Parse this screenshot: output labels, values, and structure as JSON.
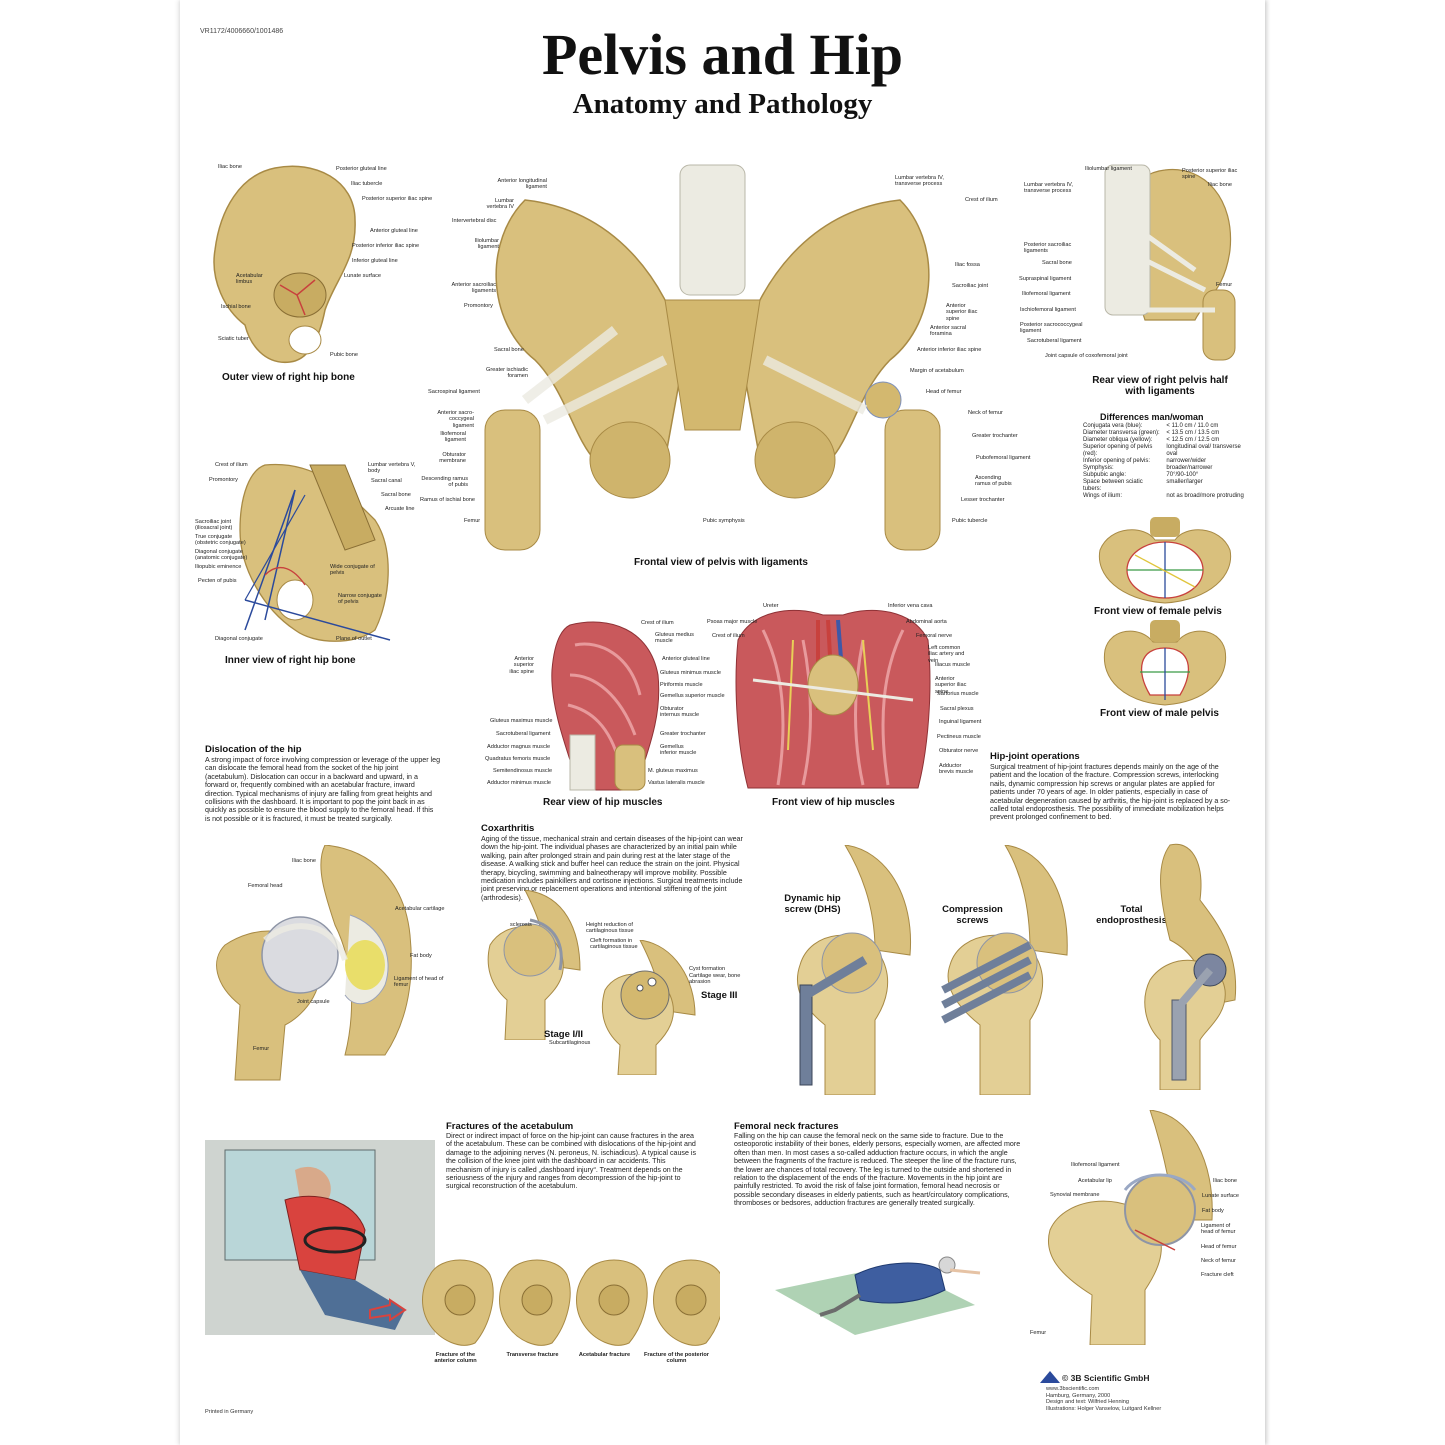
{
  "header": {
    "product_id": "VR1172/4006660/1001486",
    "title": "Pelvis and Hip",
    "subtitle": "Anatomy and Pathology"
  },
  "colors": {
    "bone": "#d9c07d",
    "bone_dark": "#b89a55",
    "muscle": "#c9595c",
    "ligament": "#ecebe2",
    "nerve": "#e8cf57",
    "artery": "#c8413d",
    "vein": "#3e58a8"
  },
  "captions": {
    "outer_hip_bone": "Outer view of right hip bone",
    "frontal_pelvis": "Frontal view of pelvis with ligaments",
    "rear_pelvis_half": "Rear view of right pelvis half with ligaments",
    "inner_hip_bone": "Inner view of right hip bone",
    "female_pelvis": "Front view of female pelvis",
    "male_pelvis": "Front view of male pelvis",
    "rear_muscles": "Rear view of hip muscles",
    "front_muscles": "Front view of hip muscles",
    "dhs": "Dynamic hip screw (DHS)",
    "compression": "Compression screws",
    "endoprosthesis": "Total endoprosthesis",
    "stage12": "Stage I/II",
    "stage12_sub": "Subcartilaginous",
    "stage3": "Stage III",
    "frac1": "Fracture of the anterior column",
    "frac2": "Transverse fracture",
    "frac3": "Acetabular fracture",
    "frac4": "Fracture of the posterior column"
  },
  "labels": {
    "outer": [
      "Iliac bone",
      "Posterior gluteal line",
      "Iliac tubercle",
      "Posterior superior iliac spine",
      "Anterior gluteal line",
      "Posterior inferior iliac spine",
      "Inferior gluteal line",
      "Lunate surface",
      "Acetabular limbus",
      "Ischial bone",
      "Sciatic tuber",
      "Pubic bone"
    ],
    "frontal_left": [
      "Anterior longitudinal ligament",
      "Lumbar vertebra IV",
      "Intervertebral disc",
      "Iliolumbar ligament",
      "Anterior sacroiliac ligaments",
      "Promontory",
      "Sacral bone",
      "Greater ischiadic foramen",
      "Sacrospinal ligament",
      "Anterior sacro-coccygeal ligament",
      "Iliofemoral ligament",
      "Obturator membrane",
      "Descending ramus of pubis",
      "Ramus of ischial bone",
      "Femur"
    ],
    "frontal_right": [
      "Lumbar vertebra IV, transverse process",
      "Crest of ilium",
      "Iliac fossa",
      "Sacroiliac joint",
      "Anterior superior iliac spine",
      "Anterior sacral foramina",
      "Anterior inferior iliac spine",
      "Margin of acetabulum",
      "Head of femur",
      "Neck of femur",
      "Greater trochanter",
      "Pubofemoral ligament",
      "Ascending ramus of pubis",
      "Lesser trochanter",
      "Pubic tubercle"
    ],
    "frontal_center": "Pubic symphysis",
    "rear_pelvis": [
      "Iliolumbar ligament",
      "Posterior superior iliac spine",
      "Lumbar vertebra IV, transverse process",
      "Iliac bone",
      "Posterior sacroiliac ligaments",
      "Sacral bone",
      "Supraspinal ligament",
      "Iliofemoral ligament",
      "Ischiofemoral ligament",
      "Posterior sacrococcygeal ligament",
      "Sacrotuberal ligament",
      "Joint capsule of coxofemoral joint",
      "Femur"
    ],
    "inner": [
      "Crest of ilium",
      "Promontory",
      "Lumbar vertebra V, body",
      "Sacral canal",
      "Sacral bone",
      "Arcuate line",
      "Sacroiliac joint (iliosacral joint)",
      "True conjugate (obstetric conjugate)",
      "Diagonal conjugate (anatomic conjugate)",
      "Iliopubic eminence",
      "Pecten of pubis",
      "Wide conjugate of pelvis",
      "Narrow conjugate of pelvis",
      "Diagonal conjugate",
      "Plane of outlet"
    ],
    "rear_muscles_left": [
      "Anterior superior iliac spine",
      "Gluteus maximus muscle",
      "Sacrotuberal ligament",
      "Adductor magnus muscle",
      "Quadratus femoris muscle",
      "Semitendinosus muscle",
      "Adductor minimus muscle"
    ],
    "rear_muscles_right": [
      "Crest of ilium",
      "Gluteus medius muscle",
      "Anterior gluteal line",
      "Gluteus minimus muscle",
      "Piriformis muscle",
      "Gemellus superior muscle",
      "Obturator internus muscle",
      "Greater trochanter",
      "Gemellus inferior muscle",
      "M. gluteus maximus",
      "Vastus lateralis muscle"
    ],
    "front_muscles_left": [
      "Ureter",
      "Psoas major muscle",
      "Crest of ilium"
    ],
    "front_muscles_right": [
      "Inferior vena cava",
      "Abdominal aorta",
      "Femoral nerve",
      "Left common iliac artery and vein",
      "Iliacus muscle",
      "Anterior superior iliac spine",
      "Sartorius muscle",
      "Sacral plexus",
      "Inguinal ligament",
      "Pectineus muscle",
      "Obturator nerve",
      "Adductor brevis muscle"
    ],
    "dislocation": [
      "Iliac bone",
      "Femoral head",
      "Acetabular cartilage",
      "Fat body",
      "Ligament of head of femur",
      "Joint capsule",
      "Femur"
    ],
    "coxarthritis_stage12": [
      "sclerosis",
      "Height reduction of cartilaginous tissue",
      "Cleft formation in cartilaginous tissue"
    ],
    "coxarthritis_stage3": [
      "Cyst formation",
      "Cartilage wear, bone abrasion"
    ],
    "femoral_neck": [
      "Iliofemoral ligament",
      "Acetabular lip",
      "Synovial membrane",
      "Iliac bone",
      "Lunate surface",
      "Fat body",
      "Ligament of head of femur",
      "Head of femur",
      "Neck of femur",
      "Fracture cleft",
      "Femur"
    ]
  },
  "differences": {
    "heading": "Differences man/woman",
    "rows": [
      [
        "Conjugata vera (blue):",
        "< 11.0 cm / 11.0 cm"
      ],
      [
        "Diameter transversa (green):",
        "< 13.5 cm / 13.5 cm"
      ],
      [
        "Diameter obliqua (yellow):",
        "< 12.5 cm / 12.5 cm"
      ],
      [
        "Superior opening of pelvis (red):",
        "longitudinal oval/ transverse oval"
      ],
      [
        "Inferior opening of pelvis:",
        "narrower/wider"
      ],
      [
        "Symphysis:",
        "broader/narrower"
      ],
      [
        "Subpubic angle:",
        "70°/90-100°"
      ],
      [
        "Space between sciatic tubers:",
        "smaller/larger"
      ],
      [
        "Wings of ilium:",
        "not as broad/more protruding"
      ]
    ]
  },
  "texts": {
    "dislocation": {
      "heading": "Dislocation of the hip",
      "body": "A strong impact of force involving compression or leverage of the upper leg can dislocate the femoral head from the socket of the hip joint (acetabulum). Dislocation can occur in a backward and upward, in a forward or, frequently combined with an acetabular fracture, inward direction. Typical mechanisms of injury are falling from great heights and collisions with the dashboard. It is important to pop the joint back in as quickly as possible to ensure the blood supply to the femoral head. If this is not possible or it is fractured, it must be treated surgically."
    },
    "operations": {
      "heading": "Hip-joint operations",
      "body": "Surgical treatment of hip-joint fractures depends mainly on the age of the patient and the location of the fracture. Compression screws, interlocking nails, dynamic compression hip screws or angular plates are applied for patients under 70 years of age. In older patients, especially in case of acetabular degeneration caused by arthritis, the hip-joint is replaced by a so-called total endoprosthesis. The possibility of immediate mobilization helps prevent prolonged confinement to bed."
    },
    "coxarthritis": {
      "heading": "Coxarthritis",
      "body": "Aging of the tissue, mechanical strain and certain diseases of the hip-joint can wear down the hip-joint. The individual phases are characterized by an initial pain while walking, pain after prolonged strain and pain during rest at the later stage of the disease. A walking stick and buffer heel can reduce the strain on the joint. Physical therapy, bicycling, swimming and balneotherapy will improve mobility. Possible medication includes painkillers and cortisone injections. Surgical treatments include joint preserving or replacement operations and intentional stiffening of the joint (arthrodesis)."
    },
    "acetabulum": {
      "heading": "Fractures of the acetabulum",
      "body": "Direct or indirect impact of force on the hip-joint can cause fractures in the area of the acetabulum. These can be combined with dislocations of the hip-joint and damage to the adjoining nerves (N. peroneus, N. ischiadicus). A typical cause is the collision of the knee joint with the dashboard in car accidents. This mechanism of injury is called „dashboard injury“. Treatment depends on the seriousness of the injury and ranges from decompression of the hip-joint to surgical reconstruction of the acetabulum."
    },
    "femoral_neck": {
      "heading": "Femoral neck fractures",
      "body": "Falling on the hip can cause the femoral neck on the same side to fracture. Due to the osteoporotic instability of their bones, elderly persons, especially women, are affected more often than men. In most cases a so-called adduction fracture occurs, in which the angle between the fragments of the fracture is reduced. The steeper the line of the fracture runs, the lower are chances of total recovery. The leg is turned to the outside and shortened in relation to the displacement of the ends of the fracture. Movements in the hip joint are painfully restricted. To avoid the risk of false joint formation, femoral head necrosis or possible secondary diseases in elderly patients, such as heart/circulatory complications, thromboses or bedsores, adduction fractures are generally treated surgically."
    }
  },
  "footer": {
    "brand": "© 3B Scientific GmbH",
    "printed": "Printed in Germany",
    "credits": [
      "www.3bscientific.com",
      "Hamburg, Germany, 2000",
      "Design and text: Wilfried Henning",
      "Illustrations: Holger Vanselow, Luitgard Kellner"
    ]
  }
}
